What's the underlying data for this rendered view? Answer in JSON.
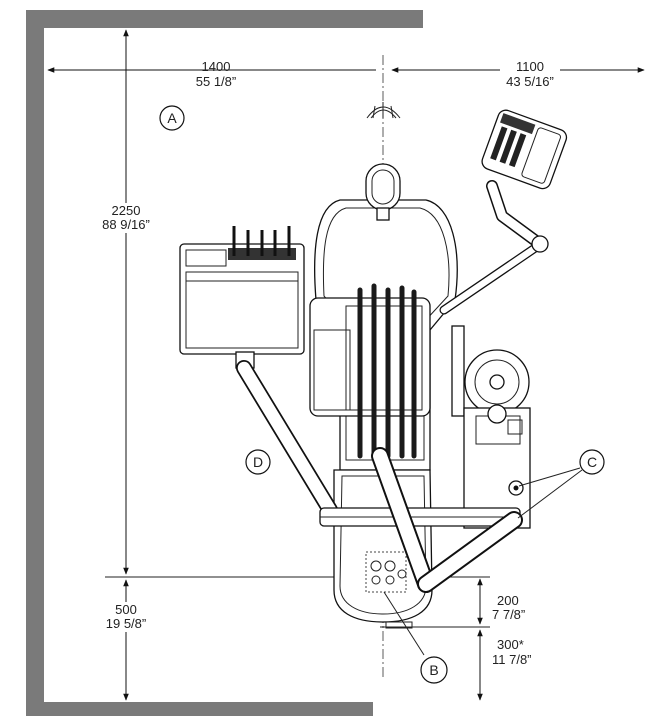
{
  "dimensions": {
    "left_width": {
      "mm": "1400",
      "in": "55 1/8”"
    },
    "right_width": {
      "mm": "1100",
      "in": "43 5/16”"
    },
    "depth_total": {
      "mm": "2250",
      "in": "88 9/16”"
    },
    "depth_front": {
      "mm": "500",
      "in": "19 5/8”"
    },
    "base_offset": {
      "mm": "200",
      "in": "7 7/8”"
    },
    "floor_clearance": {
      "mm": "300*",
      "in": "11 7/8”"
    }
  },
  "callouts": {
    "a": "A",
    "b": "B",
    "c": "C",
    "d": "D"
  },
  "colors": {
    "wall": "#7a7a7a",
    "line": "#111111",
    "instrument": "#2a2a2a"
  }
}
